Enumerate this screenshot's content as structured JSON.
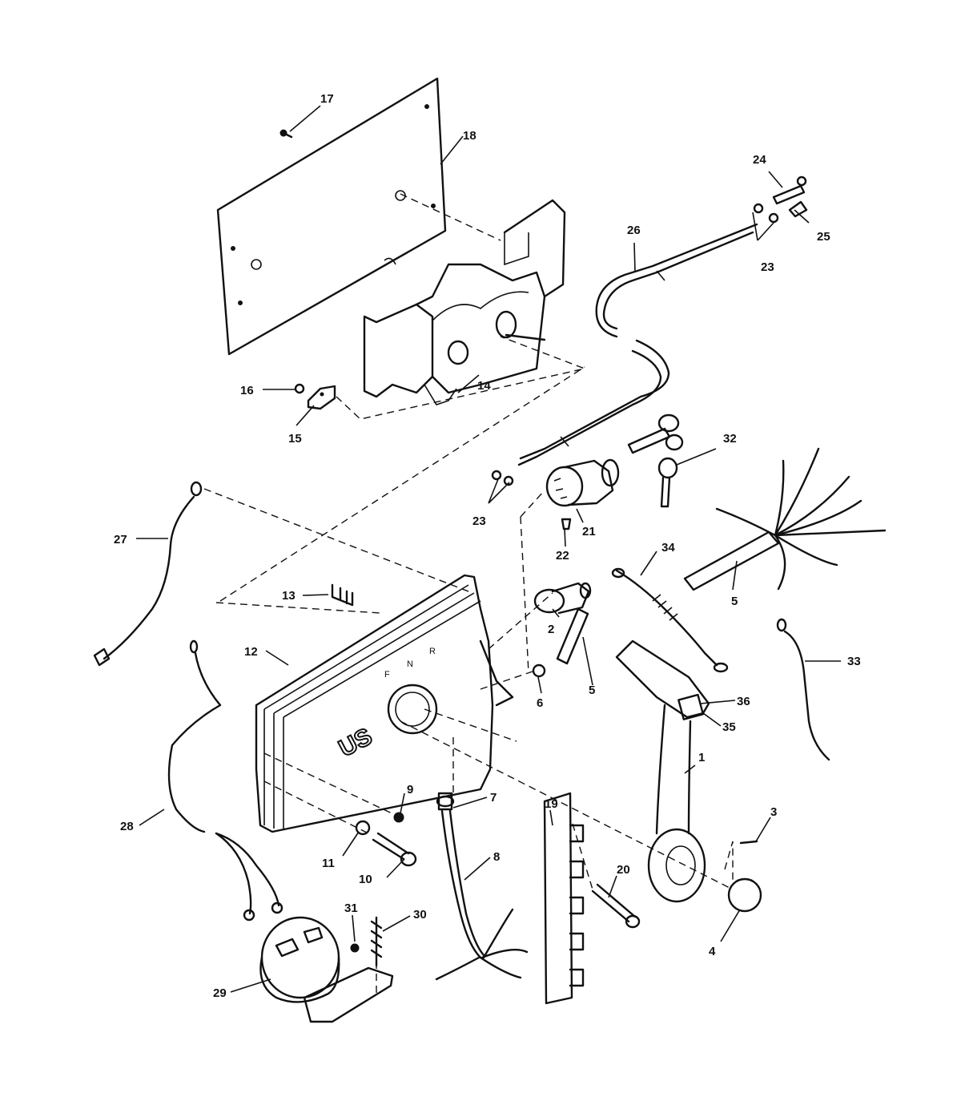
{
  "housing": {
    "shift_marks": [
      "F",
      "N",
      "R"
    ],
    "brand": "US"
  },
  "callouts": [
    {
      "id": "c1",
      "label": "1"
    },
    {
      "id": "c2",
      "label": "2"
    },
    {
      "id": "c3",
      "label": "3"
    },
    {
      "id": "c4",
      "label": "4"
    },
    {
      "id": "c5a",
      "label": "5"
    },
    {
      "id": "c5b",
      "label": "5"
    },
    {
      "id": "c6",
      "label": "6"
    },
    {
      "id": "c7",
      "label": "7"
    },
    {
      "id": "c8",
      "label": "8"
    },
    {
      "id": "c9",
      "label": "9"
    },
    {
      "id": "c10",
      "label": "10"
    },
    {
      "id": "c11",
      "label": "11"
    },
    {
      "id": "c12",
      "label": "12"
    },
    {
      "id": "c13",
      "label": "13"
    },
    {
      "id": "c14",
      "label": "14"
    },
    {
      "id": "c15",
      "label": "15"
    },
    {
      "id": "c16",
      "label": "16"
    },
    {
      "id": "c17",
      "label": "17"
    },
    {
      "id": "c18",
      "label": "18"
    },
    {
      "id": "c19",
      "label": "19"
    },
    {
      "id": "c20",
      "label": "20"
    },
    {
      "id": "c21",
      "label": "21"
    },
    {
      "id": "c22",
      "label": "22"
    },
    {
      "id": "c23a",
      "label": "23"
    },
    {
      "id": "c23b",
      "label": "23"
    },
    {
      "id": "c24",
      "label": "24"
    },
    {
      "id": "c25",
      "label": "25"
    },
    {
      "id": "c26",
      "label": "26"
    },
    {
      "id": "c27",
      "label": "27"
    },
    {
      "id": "c28",
      "label": "28"
    },
    {
      "id": "c29",
      "label": "29"
    },
    {
      "id": "c30",
      "label": "30"
    },
    {
      "id": "c31",
      "label": "31"
    },
    {
      "id": "c32",
      "label": "32"
    },
    {
      "id": "c33",
      "label": "33"
    },
    {
      "id": "c34",
      "label": "34"
    },
    {
      "id": "c35",
      "label": "35"
    },
    {
      "id": "c36",
      "label": "36"
    }
  ]
}
